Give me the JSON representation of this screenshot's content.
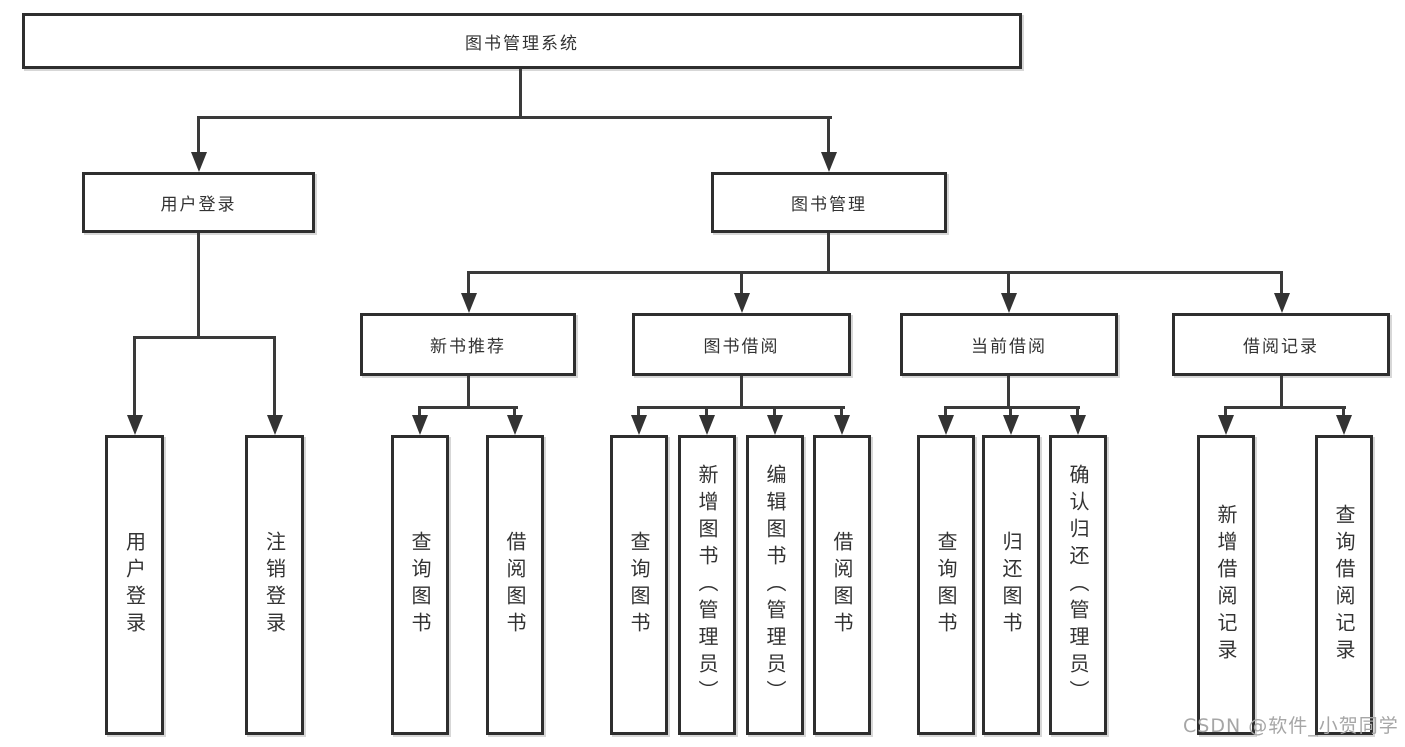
{
  "diagram": {
    "root_label": "图书管理系统",
    "level2": [
      "用户登录",
      "图书管理"
    ],
    "level3": [
      "新书推荐",
      "图书借阅",
      "当前借阅",
      "借阅记录"
    ],
    "leaves": {
      "user_login": [
        "用户登录",
        "注销登录"
      ],
      "new_book_recommend": [
        "查询图书",
        "借阅图书"
      ],
      "book_borrow": [
        "查询图书",
        "新增图书（管理员）",
        "编辑图书（管理员）",
        "借阅图书"
      ],
      "current_borrow": [
        "查询图书",
        "归还图书",
        "确认归还（管理员）"
      ],
      "borrow_records": [
        "新增借阅记录",
        "查询借阅记录"
      ]
    }
  },
  "watermark": "CSDN @软件_小贺同学",
  "colors": {
    "line": "#3a3a3a",
    "border": "#2e2e2e",
    "text": "#333333",
    "watermark_text": "#a6a6a6"
  }
}
